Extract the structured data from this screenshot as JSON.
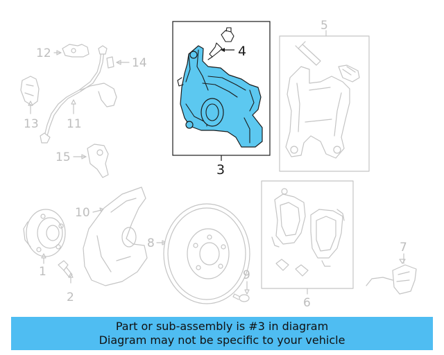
{
  "diagram": {
    "callouts": {
      "c1": "1",
      "c2": "2",
      "c3": "3",
      "c4": "4",
      "c5": "5",
      "c6": "6",
      "c7": "7",
      "c8": "8",
      "c9": "9",
      "c10": "10",
      "c11": "11",
      "c12": "12",
      "c13": "13",
      "c14": "14",
      "c15": "15"
    },
    "colors": {
      "highlight_fill": "#5cc8f0",
      "outline_gray": "#c4c4c4",
      "label_gray": "#bdbdbd",
      "banner_bg": "#4fbdf2"
    }
  },
  "banner": {
    "line1": "Part or sub-assembly is #3 in diagram",
    "line2": "Diagram may not be specific to your vehicle"
  }
}
